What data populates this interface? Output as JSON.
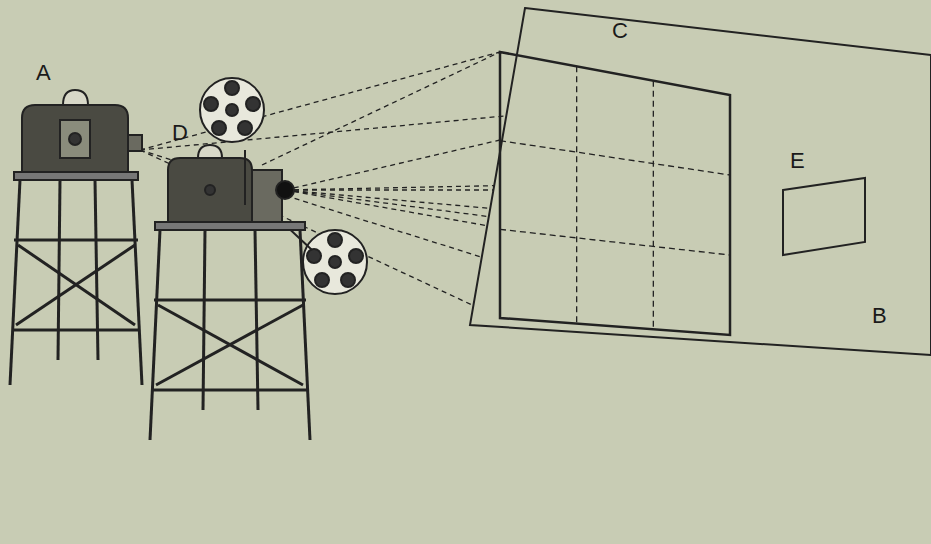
{
  "diagram": {
    "nodes": [
      {
        "text": [
          "B"
        ]
      },
      {
        "text": [
          "C"
        ],
        "in": 0
      },
      {
        "text": [
          "E"
        ],
        "in": 0
      }
    ],
    "labels": [
      "A",
      "D"
    ]
  }
}
